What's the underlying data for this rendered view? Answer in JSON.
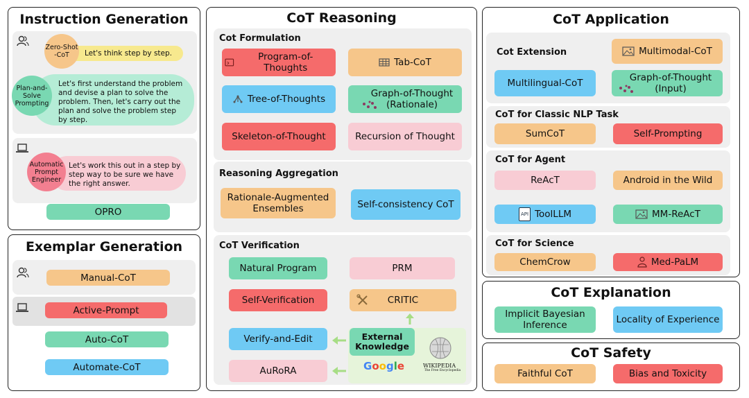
{
  "instruction": {
    "title": "Instruction Generation",
    "zero_shot": {
      "circle": "Zero-Shot -CoT",
      "text": "Let's think step by step."
    },
    "plan_solve": {
      "circle": "Plan-and-Solve Prompting",
      "text": "Let's first understand the problem and devise a plan to solve the problem. Then, let's carry out the plan and solve the problem step by step."
    },
    "ape": {
      "circle": "Automatic Prompt Engineer",
      "text": "Let's work this out in a step by step way to be sure we have the right answer."
    },
    "opro": "OPRO"
  },
  "exemplar": {
    "title": "Exemplar Generation",
    "manual": "Manual-CoT",
    "active": "Active-Prompt",
    "auto": "Auto-CoT",
    "automate": "Automate-CoT"
  },
  "reasoning": {
    "title": "CoT Reasoning",
    "formulation": {
      "title": "Cot Formulation",
      "pot": "Program-of-Thoughts",
      "tab": "Tab-CoT",
      "tot": "Tree-of-Thoughts",
      "got": "Graph-of-Thought (Rationale)",
      "skeleton": "Skeleton-of-Thought",
      "recursion": "Recursion of Thought"
    },
    "aggregation": {
      "title": "Reasoning Aggregation",
      "rationale": "Rationale-Augmented Ensembles",
      "selfcons": "Self-consistency CoT"
    },
    "verification": {
      "title": "CoT Verification",
      "natural": "Natural Program",
      "prm": "PRM",
      "selfver": "Self-Verification",
      "critic": "CRITIC",
      "verify_edit": "Verify-and-Edit",
      "external": "External Knowledge",
      "aurora": "AuRoRA",
      "google": "Google",
      "wiki": "WIKIPEDIA",
      "wiki_sub": "The Free Encyclopedia"
    }
  },
  "application": {
    "title": "CoT Application",
    "extension": {
      "title": "Cot Extension",
      "multimodal": "Multimodal-CoT",
      "multilingual": "Multilingual-CoT",
      "got_input": "Graph-of-Thought (Input)"
    },
    "nlp": {
      "title": "CoT for Classic NLP Task",
      "sumcot": "SumCoT",
      "selfprompt": "Self-Prompting"
    },
    "agent": {
      "title": "CoT for Agent",
      "react": "ReAcT",
      "android": "Android in the Wild",
      "toolllm": "ToolLLM",
      "mmreact": "MM-ReAcT",
      "api": "API"
    },
    "science": {
      "title": "CoT for Science",
      "chemcrow": "ChemCrow",
      "medpalm": "Med-PaLM"
    }
  },
  "explanation": {
    "title": "CoT Explanation",
    "bayes": "Implicit Bayesian Inference",
    "locality": "Locality of Experience"
  },
  "safety": {
    "title": "CoT Safety",
    "faithful": "Faithful CoT",
    "bias": "Bias and Toxicity"
  }
}
